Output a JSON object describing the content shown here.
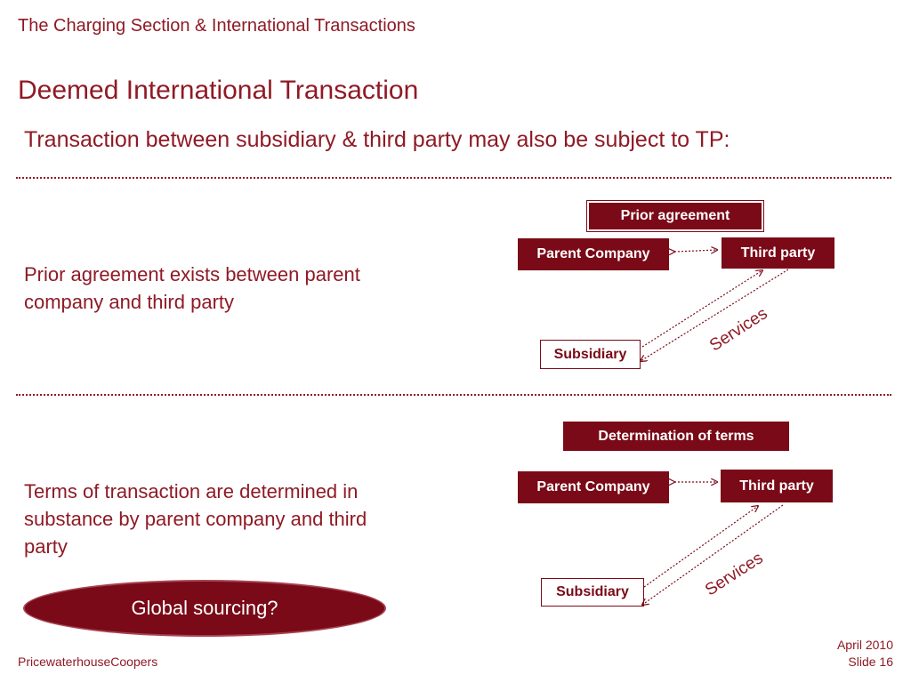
{
  "header": {
    "section_title": "The Charging Section & International Transactions"
  },
  "slide": {
    "title": "Deemed International Transaction",
    "subtitle": "Transaction between subsidiary & third party may also be subject to TP:"
  },
  "scenario1": {
    "description": "Prior agreement exists between parent company and third party",
    "label": "Prior agreement",
    "parent": "Parent Company",
    "third_party": "Third party",
    "subsidiary": "Subsidiary",
    "services": "Services"
  },
  "scenario2": {
    "description": "Terms of transaction are determined in substance by parent company and third party",
    "label": "Determination of terms",
    "parent": "Parent Company",
    "third_party": "Third party",
    "subsidiary": "Subsidiary",
    "services": "Services"
  },
  "callout": {
    "text": "Global sourcing?"
  },
  "footer": {
    "company": "PricewaterhouseCoopers",
    "date": "April 2010",
    "slide_number": "Slide 16"
  },
  "colors": {
    "brand": "#8f1a25",
    "box_fill": "#7a0a17",
    "background": "#ffffff"
  }
}
